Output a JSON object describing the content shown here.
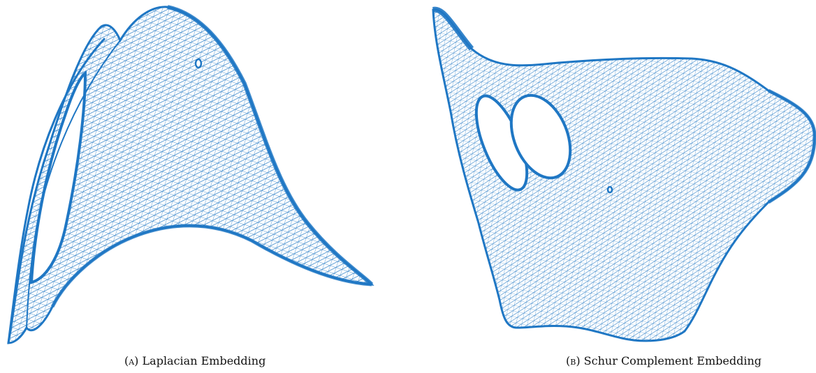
{
  "figure": {
    "mesh_color": "#1f77c4",
    "panels": [
      {
        "id": "a",
        "label": "(a)",
        "caption": "Laplacian Embedding"
      },
      {
        "id": "b",
        "label": "(b)",
        "caption": "Schur Complement Embedding"
      }
    ]
  }
}
